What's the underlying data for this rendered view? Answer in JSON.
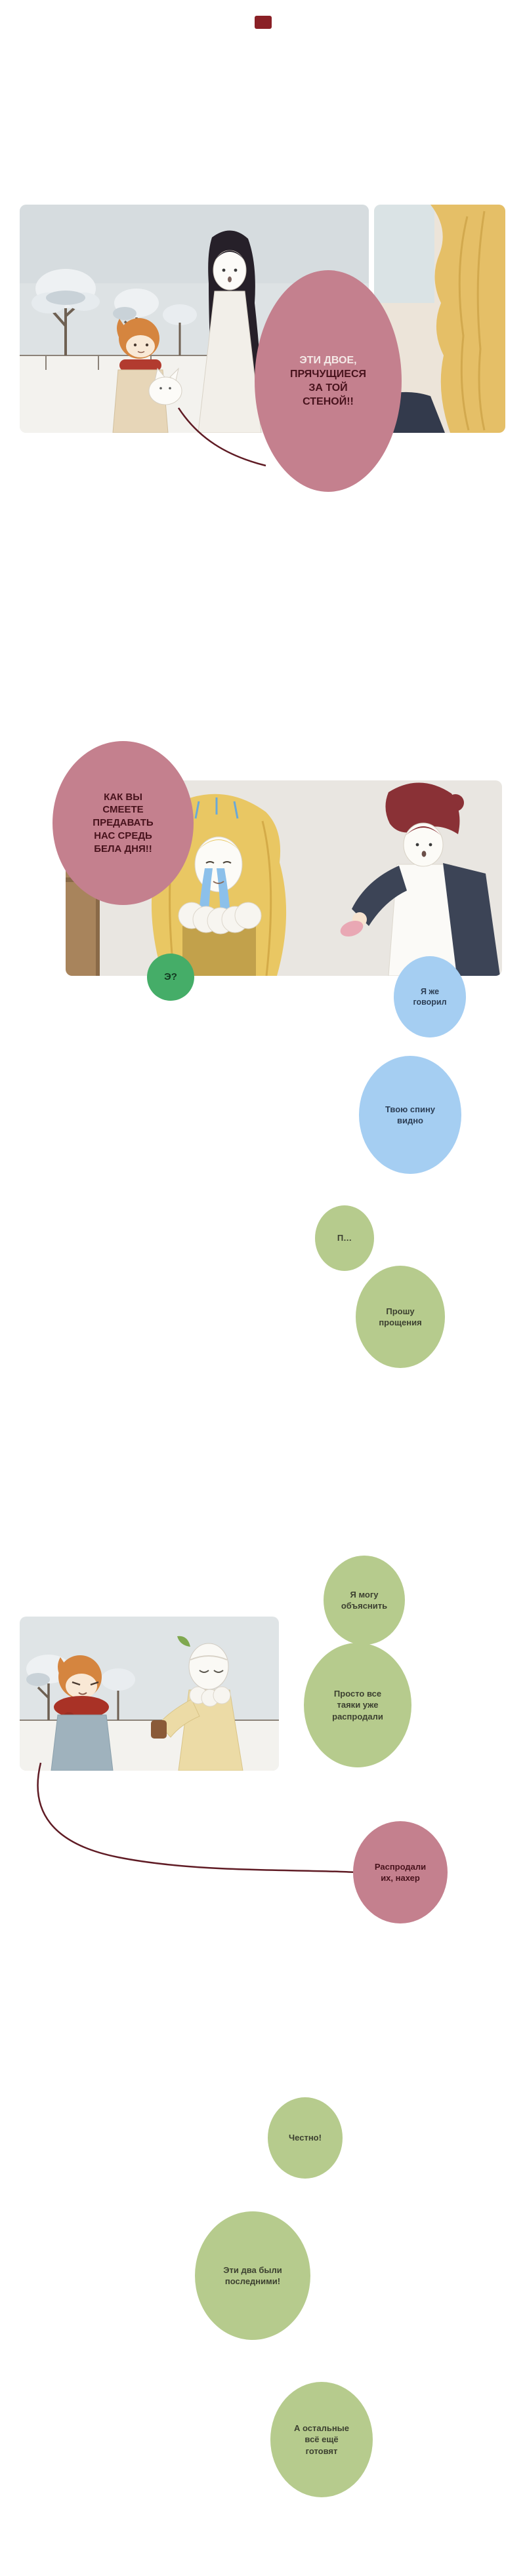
{
  "page": {
    "background": "#ffffff"
  },
  "badge": {
    "color": "#8a2026"
  },
  "colors": {
    "pink_bubble": "#c4808e",
    "green_bubble": "#b6cb8d",
    "green_bright_bubble": "#45ad68",
    "blue_bubble": "#a5cef2",
    "dark_red_text": "#47121c",
    "tail_line": "#5f1b24"
  },
  "bubbles": {
    "these_two": {
      "line1": "ЭТИ ДВОЕ,",
      "line2": "ПРЯЧУЩИЕСЯ\nЗА ТОЙ\nСТЕНОЙ!!"
    },
    "how_dare": {
      "text": "КАК ВЫ\nСМЕЕТЕ\nПРЕДАВАТЬ\nНАС СРЕДЬ\nБЕЛА ДНЯ!!"
    },
    "eh": {
      "text": "Э?"
    },
    "i_told": {
      "text": "Я же\nговорил"
    },
    "your_back": {
      "text": "Твою спину\nвидно"
    },
    "p": {
      "text": "П…"
    },
    "sorry": {
      "text": "Прошу\nпрощения"
    },
    "i_can_explain": {
      "text": "Я могу\nобъяснить"
    },
    "sold_out": {
      "text": "Просто все\nтаяки уже\nраспродали"
    },
    "sold_out_swear": {
      "text": "Распродали\nих, нахер"
    },
    "honestly": {
      "text": "Честно!"
    },
    "last_two": {
      "text": "Эти два были\nпоследними!"
    },
    "still_cooking": {
      "text": "А остальные\nвсё ещё\nготовят"
    }
  }
}
